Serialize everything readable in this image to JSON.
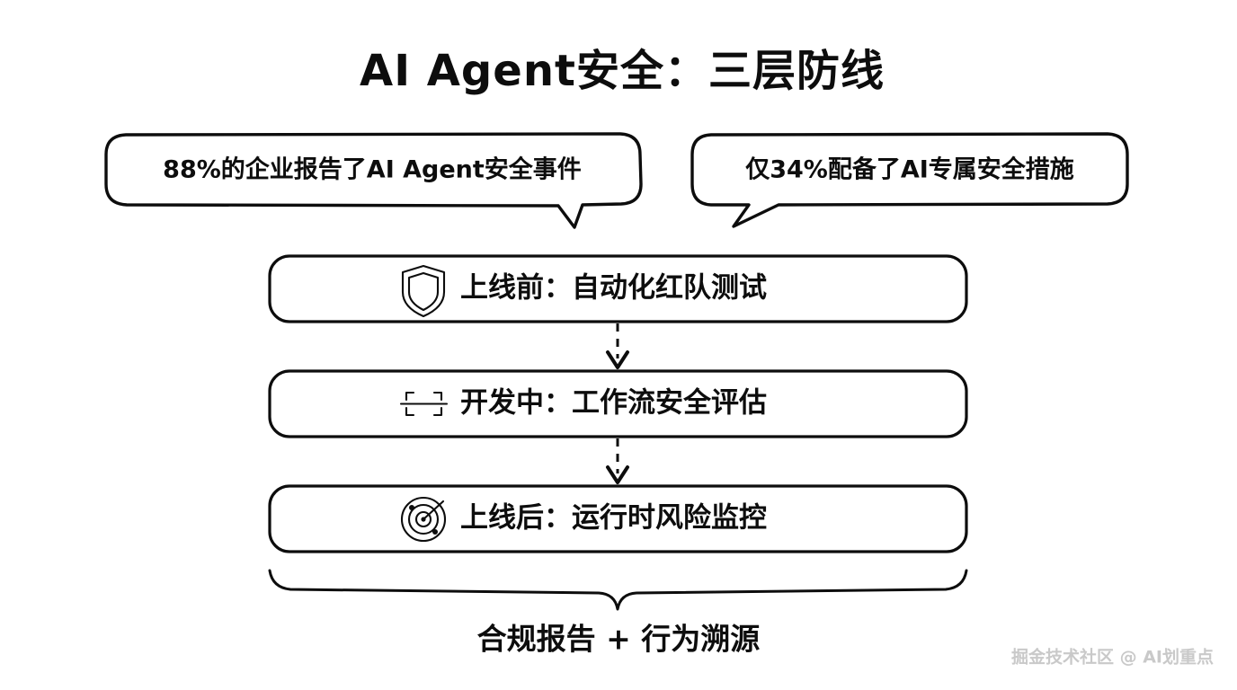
{
  "page": {
    "background_color": "#ffffff",
    "ink_color": "#0d0d0d",
    "watermark_color": "#c9c9c9"
  },
  "title": "AI Agent安全：三层防线",
  "callouts": [
    {
      "id": "stat-incidents",
      "text": "88%的企业报告了AI Agent安全事件",
      "tail_direction": "down-right"
    },
    {
      "id": "stat-coverage",
      "text": "仅34%配备了AI专属安全措施",
      "tail_direction": "down-left"
    }
  ],
  "layers": [
    {
      "id": "pre-launch",
      "icon": "shield-icon",
      "text": "上线前：自动化红队测试"
    },
    {
      "id": "in-development",
      "icon": "scan-frame-icon",
      "text": "开发中：工作流安全评估"
    },
    {
      "id": "post-launch",
      "icon": "radar-icon",
      "text": "上线后：运行时风险监控"
    }
  ],
  "connectors": [
    {
      "id": "connector-1",
      "style": "dashed-arrow-down"
    },
    {
      "id": "connector-2",
      "style": "dashed-arrow-down"
    }
  ],
  "summary": {
    "bracket": "curly-brace-down",
    "text": "合规报告 + 行为溯源"
  },
  "watermark": "掘金技术社区 @ AI划重点"
}
